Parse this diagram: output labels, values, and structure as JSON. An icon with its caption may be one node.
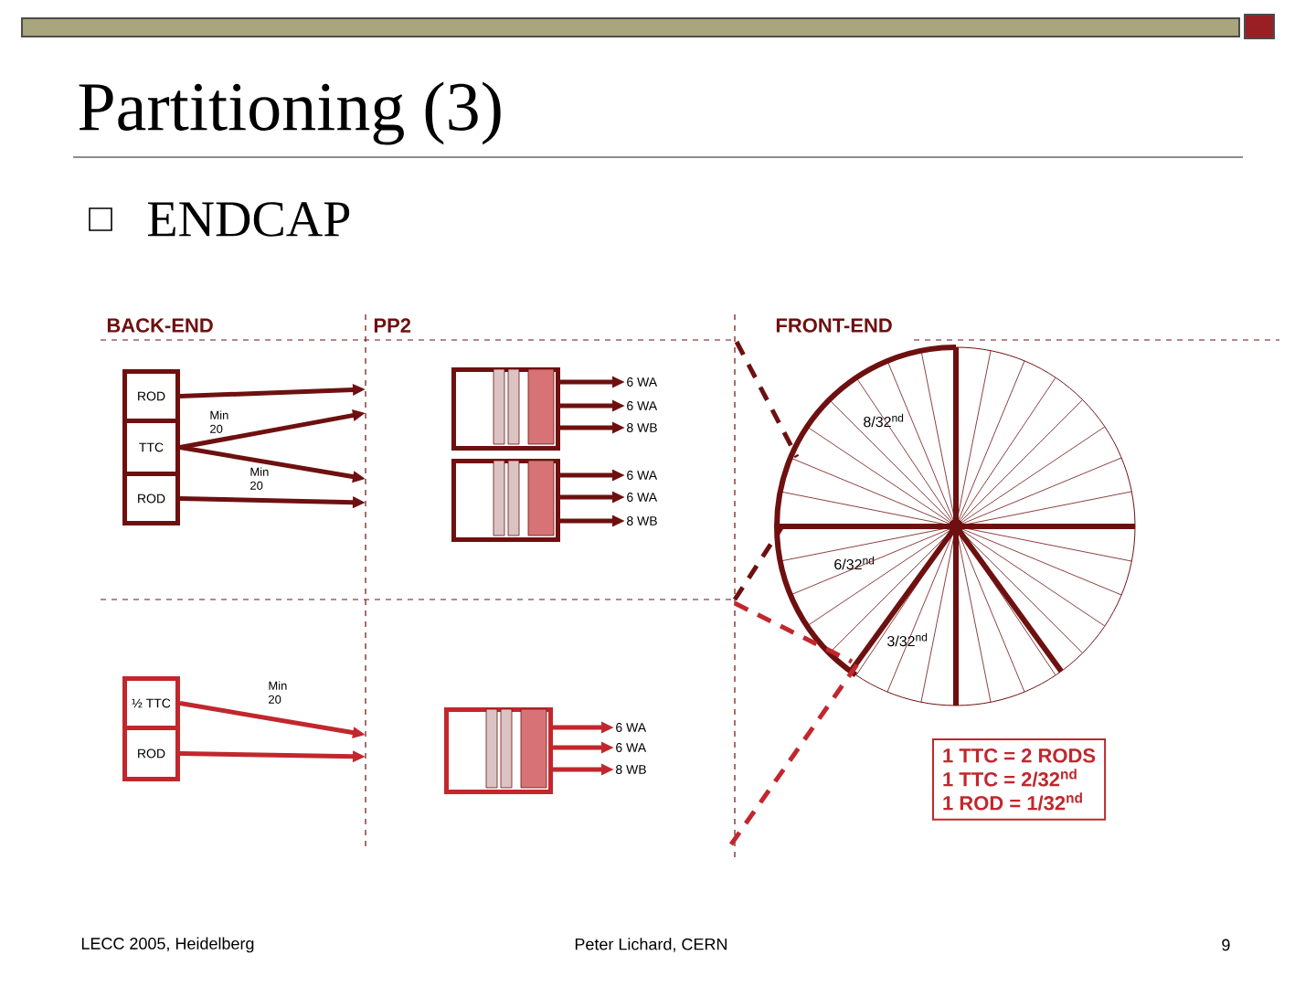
{
  "diagram": {
    "title": "Partitioning (3)",
    "nodes": [
      {
        "text": [
          "ROD"
        ]
      },
      {
        "text": [
          "TTC"
        ]
      },
      {
        "text": [
          "ROD"
        ]
      },
      {
        "text": [
          "½ TTC"
        ]
      },
      {
        "text": [
          "ROD"
        ]
      },
      {
        "text": [],
        "shape": "box"
      },
      {
        "text": [],
        "shape": "box"
      },
      {
        "text": [],
        "shape": "box"
      },
      {
        "text": [
          "6 WA"
        ]
      },
      {
        "text": [
          "6 WA"
        ]
      },
      {
        "text": [
          "8 WB"
        ]
      },
      {
        "text": [
          "6 WA"
        ]
      },
      {
        "text": [
          "6 WA"
        ]
      },
      {
        "text": [
          "8 WB"
        ]
      },
      {
        "text": [
          "6 WA"
        ]
      },
      {
        "text": [
          "6 WA"
        ]
      },
      {
        "text": [
          "8 WB"
        ]
      },
      {
        "text": [
          "1 TTC = 2 RODS",
          "1 TTC = 2/32$^{nd}$",
          "1 ROD = 1/32$^{nd}$"
        ]
      }
    ],
    "edges": [
      {
        "from": 0,
        "to": null,
        "arrow": "to"
      },
      {
        "from": 1,
        "to": null,
        "arrow": "to",
        "label": "Min 20"
      },
      {
        "from": 1,
        "to": null,
        "arrow": "to",
        "label": "Min 20"
      },
      {
        "from": 2,
        "to": null,
        "arrow": "to"
      },
      {
        "from": 3,
        "to": null,
        "arrow": "to",
        "label": "Min 20",
        "color": "#c1272d"
      },
      {
        "from": 4,
        "to": null,
        "arrow": "to",
        "color": "#c1272d"
      },
      {
        "from": 5,
        "to": 8,
        "arrow": "to"
      },
      {
        "from": 5,
        "to": 9,
        "arrow": "to"
      },
      {
        "from": 5,
        "to": 10,
        "arrow": "to"
      },
      {
        "from": 6,
        "to": 11,
        "arrow": "to"
      },
      {
        "from": 6,
        "to": 12,
        "arrow": "to"
      },
      {
        "from": 6,
        "to": 13,
        "arrow": "to"
      },
      {
        "from": 7,
        "to": 14,
        "arrow": "to",
        "color": "#c1272d"
      },
      {
        "from": 7,
        "to": 15,
        "arrow": "to",
        "color": "#c1272d"
      },
      {
        "from": 7,
        "to": 16,
        "arrow": "to",
        "color": "#c1272d"
      }
    ],
    "labels": [
      "ENDCAP",
      "BACK-END",
      "PP2",
      "FRONT-END",
      "8/32$^{nd}$",
      "6/32$^{nd}$",
      "3/32$^{nd}$",
      "LECC 2005, Heidelberg",
      "Peter Lichard, CERN",
      "9"
    ]
  }
}
